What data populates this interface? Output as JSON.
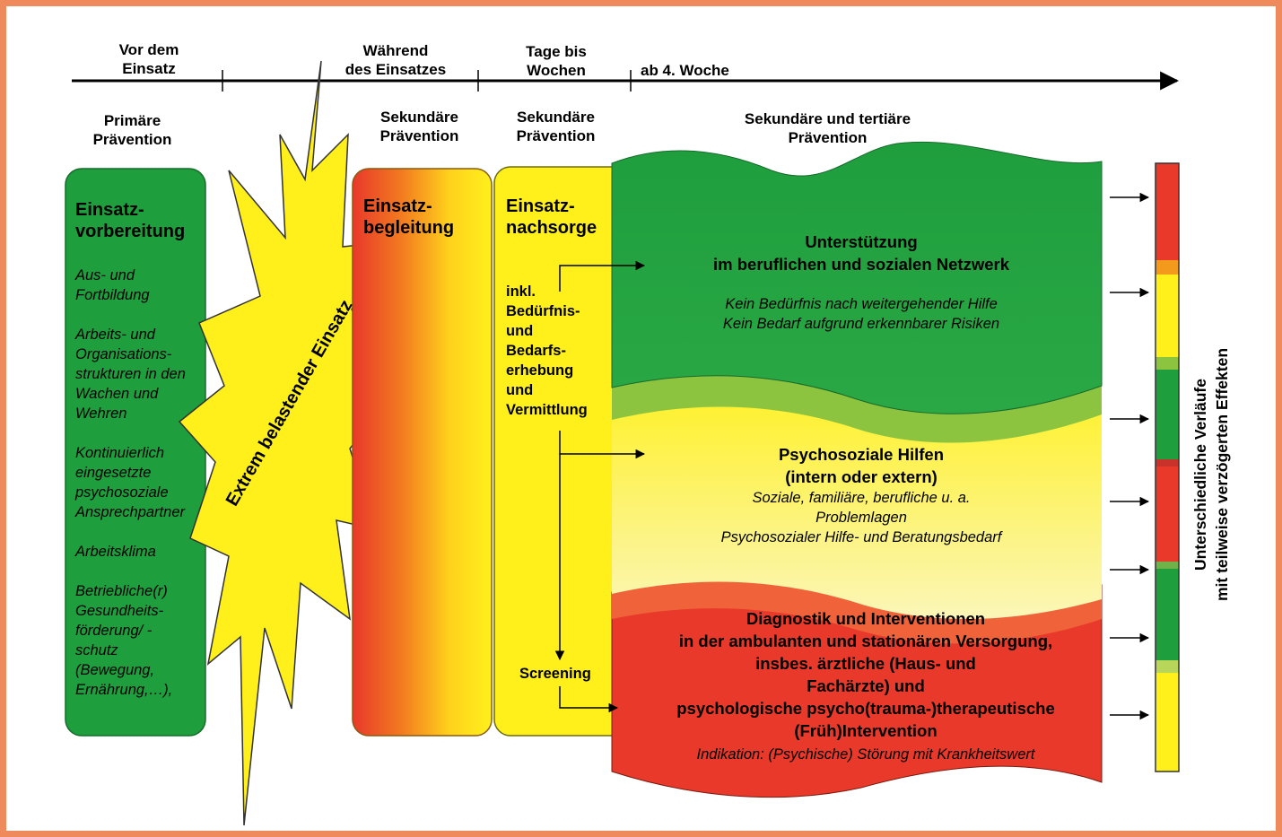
{
  "timeline": {
    "phases": [
      {
        "label": "Vor dem\nEinsatz"
      },
      {
        "label": "Während\ndes Einsatzes"
      },
      {
        "label": "Tage bis\nWochen"
      },
      {
        "label": "ab 4. Woche"
      }
    ]
  },
  "prevention_headers": {
    "primary": "Primäre\nPrävention",
    "secondary_during": "Sekundäre\nPrävention",
    "secondary_after": "Sekundäre\nPrävention",
    "secondary_tertiary": "Sekundäre und tertiäre\nPrävention"
  },
  "boxes": {
    "preparation": {
      "title": "Einsatz-\nvorbereitung",
      "items": [
        "Aus- und\nFortbildung",
        "Arbeits- und\nOrganisations-\nstrukturen in den\nWachen und\nWehren",
        "Kontinuierlich\neingesetzte\npsychosoziale\nAnsprechpartner",
        "Arbeitsklima",
        "Betriebliche(r)\nGesundheits-\nförderung/ -\nschutz\n(Bewegung,\nErnährung,…),"
      ]
    },
    "burst": {
      "label": "Extrem belastender Einsatz"
    },
    "accompaniment": {
      "title": "Einsatz-\nbegleitung"
    },
    "aftercare": {
      "title": "Einsatz-\nnachsorge",
      "detail": "inkl.\nBedürfnis-\nund\nBedarfs-\nerhebung\nund\nVermittlung",
      "screening": "Screening"
    }
  },
  "bands": {
    "green": {
      "title": "Unterstützung\nim beruflichen und sozialen Netzwerk",
      "subtitle": "Kein Bedürfnis nach weitergehender Hilfe\nKein Bedarf aufgrund erkennbarer Risiken"
    },
    "yellow": {
      "title": "Psychosoziale Hilfen\n(intern oder extern)",
      "subtitle": "Soziale, familiäre, berufliche u. a.\nProblemlagen\nPsychosozialer Hilfe- und Beratungsbedarf"
    },
    "red": {
      "title": "Diagnostik und Interventionen\nin der ambulanten und stationären Versorgung,\ninsbes. ärztliche (Haus- und\nFachärzte) und\npsychologische psycho(trauma-)therapeutische\n(Früh)Intervention",
      "subtitle": "Indikation: (Psychische) Störung mit Krankheitswert"
    }
  },
  "outcomes_label": "Unterschiedliche Verläufe\nmit teilweise verzögerten Effekten",
  "colors": {
    "frame": "#ee8a5c",
    "green": "#1f9e3e",
    "yellow": "#fff01c",
    "red": "#e8392a",
    "orange": "#f39a1c",
    "light_green": "#8cc440"
  }
}
